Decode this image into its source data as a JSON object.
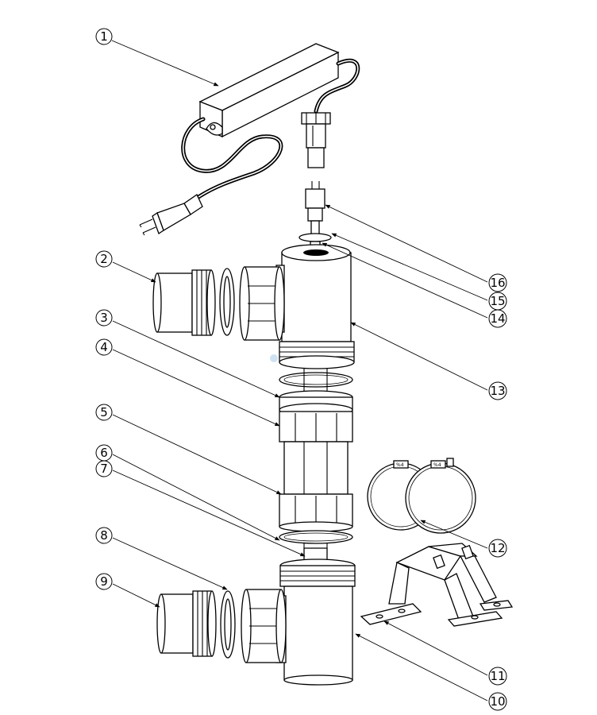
{
  "callouts": [
    "1",
    "2",
    "3",
    "4",
    "5",
    "6",
    "7",
    "8",
    "9",
    "10",
    "11",
    "12",
    "13",
    "14",
    "15",
    "16"
  ],
  "clamp_labels": [
    "%4",
    "%4"
  ]
}
